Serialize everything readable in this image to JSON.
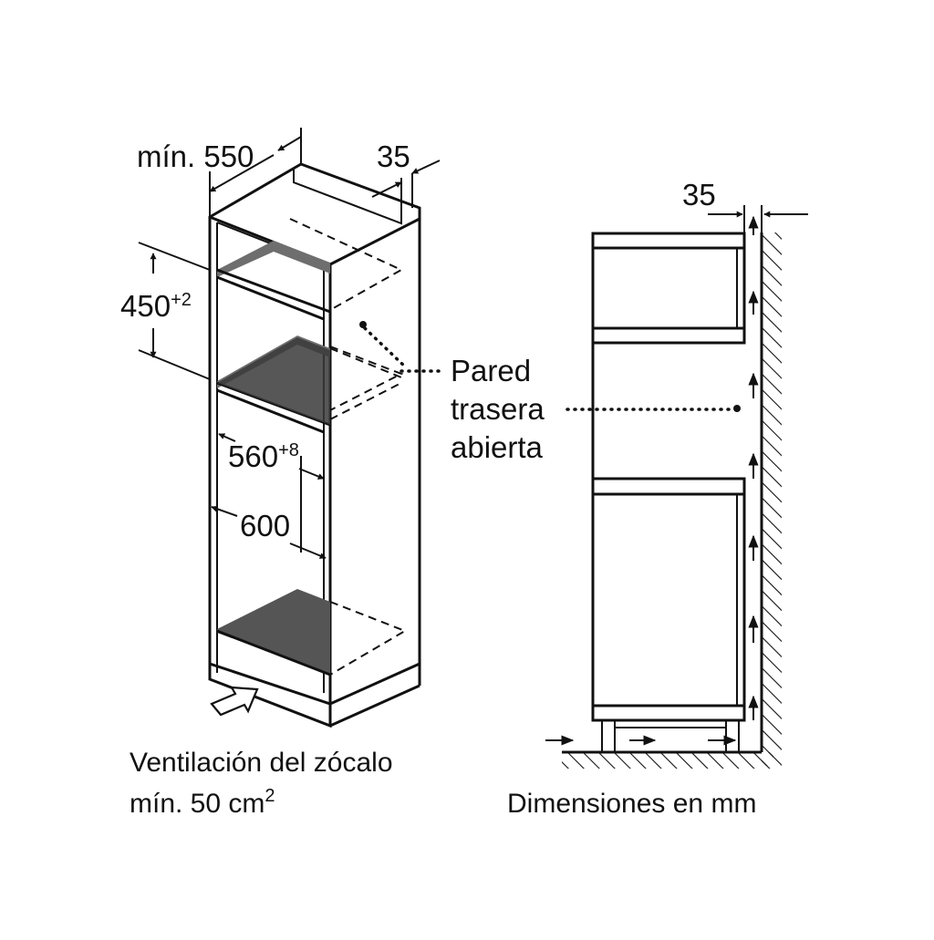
{
  "left_view": {
    "width_min_label": "mín. 550",
    "gap_label": "35",
    "height_value": "450",
    "height_tol": "+2",
    "inner_value": "560",
    "inner_tol": "+8",
    "depth_label": "600",
    "vent_line1": "Ventilación del zócalo",
    "vent_line2": "mín. 50 cm",
    "vent_sup": "2"
  },
  "callout": {
    "line1": "Pared",
    "line2": "trasera",
    "line3": "abierta"
  },
  "right_view": {
    "gap_label": "35",
    "units_caption": "Dimensiones en mm"
  }
}
